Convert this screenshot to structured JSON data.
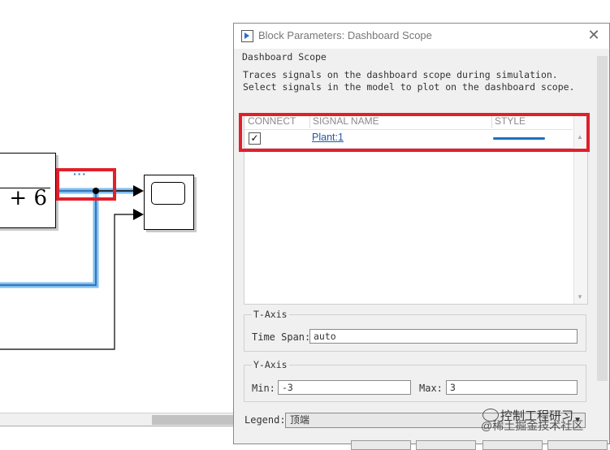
{
  "model": {
    "tf_denominator": "+ 6",
    "signal_indicator": "···"
  },
  "dialog": {
    "title": "Block Parameters: Dashboard Scope",
    "close_glyph": "✕",
    "group_title": "Dashboard Scope",
    "description": "Traces signals on the dashboard scope during simulation. Select signals in the model to plot on the dashboard scope.",
    "table": {
      "columns": [
        "CONNECT",
        "SIGNAL NAME",
        "STYLE"
      ],
      "rows": [
        {
          "connected": true,
          "check_glyph": "✓",
          "signal_name": "Plant:1",
          "style_color": "#1d6fc2"
        }
      ]
    },
    "t_axis": {
      "label": "T-Axis",
      "time_span_label": "Time Span:",
      "time_span_value": "auto"
    },
    "y_axis": {
      "label": "Y-Axis",
      "min_label": "Min:",
      "min_value": "-3",
      "max_label": "Max:",
      "max_value": "3"
    },
    "legend": {
      "label": "Legend:",
      "value": "顶端"
    }
  },
  "watermark": {
    "line1": "控制工程研习",
    "line2": "@稀土掘金技术社区"
  },
  "colors": {
    "highlight": "#e0202b",
    "signal_glow": "#7fbef0",
    "style_line": "#1d6fc2"
  }
}
